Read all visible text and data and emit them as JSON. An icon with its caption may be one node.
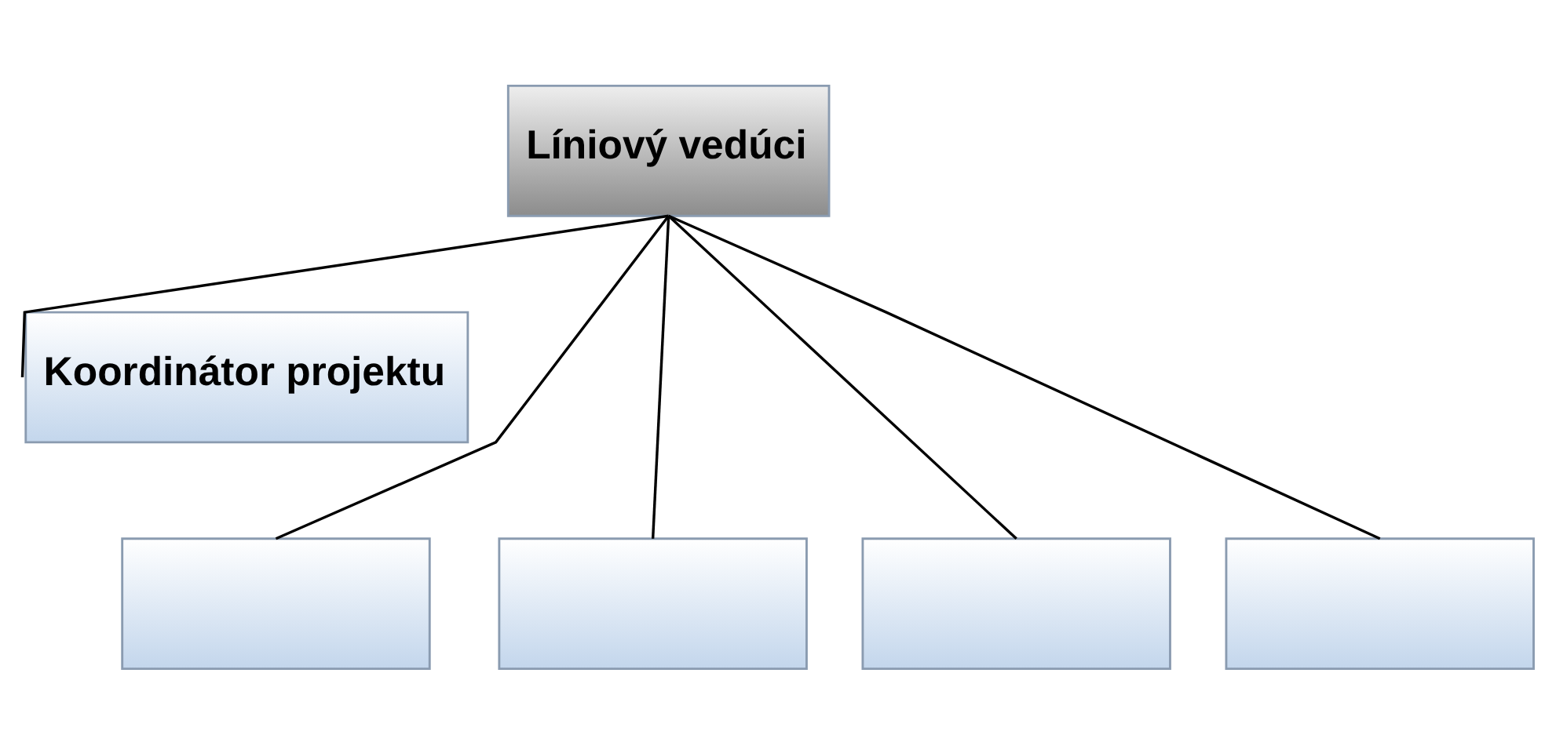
{
  "diagram": {
    "nodes": [
      {
        "text": [
          "Líniový vedúci"
        ]
      },
      {
        "text": [
          "Koordinátor projektu"
        ]
      },
      {
        "text": [],
        "shape": "box"
      },
      {
        "text": [],
        "shape": "box"
      },
      {
        "text": [],
        "shape": "box"
      },
      {
        "text": [],
        "shape": "box"
      }
    ],
    "edges": [
      {
        "from": 0,
        "to": 1,
        "arrow": "none"
      },
      {
        "from": 0,
        "to": 2,
        "arrow": "none"
      },
      {
        "from": 0,
        "to": 3,
        "arrow": "none"
      },
      {
        "from": 0,
        "to": 4,
        "arrow": "none"
      },
      {
        "from": 0,
        "to": 5,
        "arrow": "none"
      }
    ]
  }
}
